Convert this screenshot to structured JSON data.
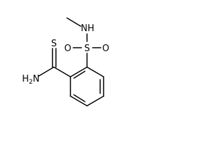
{
  "molecule": {
    "atoms": {
      "n_methyl": "NH",
      "sulfonyl_s": "S",
      "sulfonyl_o_left": "O",
      "sulfonyl_o_right": "O",
      "thioamide_s": "S",
      "amide_n": "H",
      "amide_n_subscript": "2",
      "amide_n_suffix": "N"
    }
  }
}
